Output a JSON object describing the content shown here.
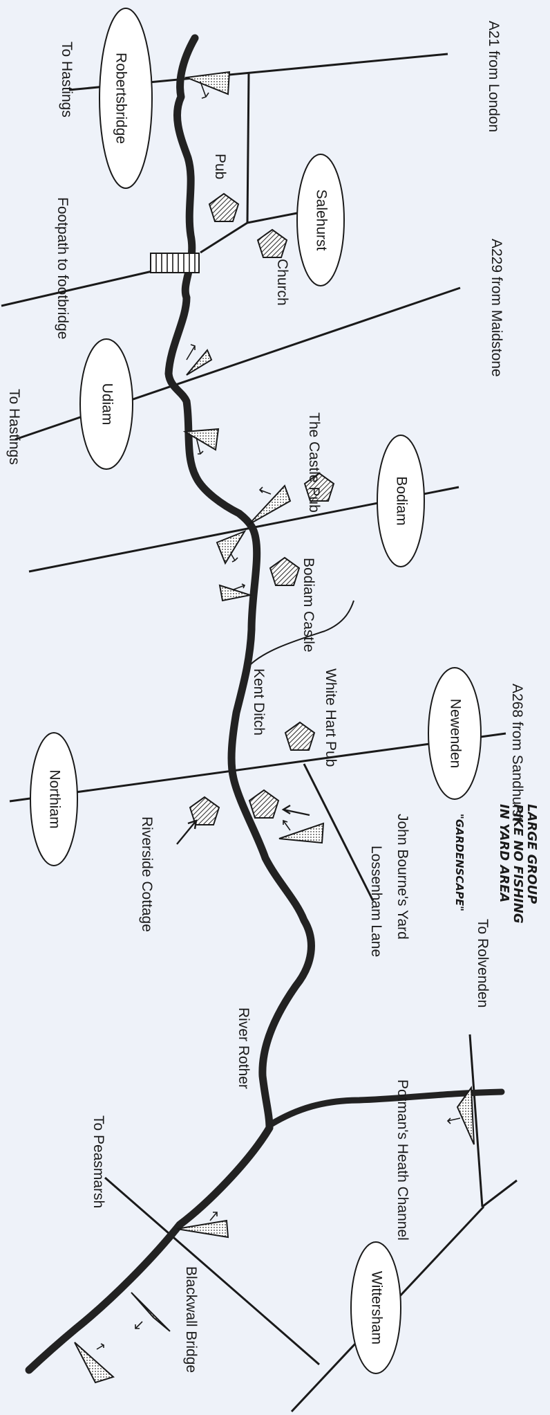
{
  "towns": {
    "robertsbridge": "Robertsbridge",
    "salehurst": "Salehurst",
    "udiam": "Udiam",
    "bodiam": "Bodiam",
    "newenden": "Newenden",
    "northiam": "Northiam",
    "wittersham": "Wittersham"
  },
  "road_labels": {
    "a21": "A21 from London",
    "to_hastings_1": "To Hastings",
    "footpath": "Footpath to footbridge",
    "a229": "A229 from Maidstone",
    "to_hastings_2": "To Hastings",
    "a268": "A268 from Sandhurst",
    "lossenham": "Lossenham Lane",
    "to_rolvenden": "To Rolvenden",
    "to_peasmarsh": "To Peasmarsh",
    "blackwall": "Blackwall Bridge"
  },
  "places": {
    "pub": "Pub",
    "church": "Church",
    "castle_pub": "The Castle Pub",
    "bodiam_castle": "Bodiam Castle",
    "kent_ditch": "Kent Ditch",
    "white_hart": "White Hart Pub",
    "john_bourne": "John Bourne's Yard",
    "gardenscape": "\"GARDENSCAPE\"",
    "riverside": "Riverside Cottage",
    "river_rother": "River Rother",
    "potmans": "Potman's Heath Channel"
  },
  "handwritten_note": {
    "line1": "LARGE GROUP",
    "line2": "PIKE NO FISHING",
    "line3": "IN YARD AREA"
  },
  "icons": {
    "fishing_peg": "pennant-flag-icon",
    "point_of_interest": "hatched-pentagon-icon",
    "footbridge": "footbridge-icon"
  },
  "colors": {
    "background": "#eef2f9",
    "ink": "#1a1a1a"
  }
}
